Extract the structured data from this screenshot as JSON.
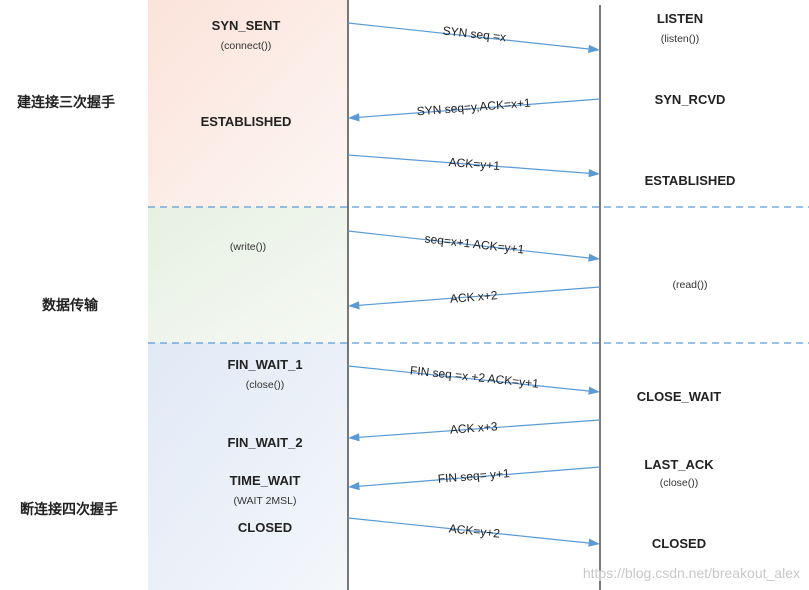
{
  "phases": {
    "handshake": "建连接三次握手",
    "transfer": "数据传输",
    "teardown": "断连接四次握手"
  },
  "client": {
    "syn_sent": "SYN_SENT",
    "connect_call": "(connect())",
    "established": "ESTABLISHED",
    "write_call": "(write())",
    "fin_wait_1": "FIN_WAIT_1",
    "close_call": "(close())",
    "fin_wait_2": "FIN_WAIT_2",
    "time_wait": "TIME_WAIT",
    "wait_2msl": "(WAIT 2MSL)",
    "closed": "CLOSED"
  },
  "server": {
    "listen": "LISTEN",
    "listen_call": "(listen())",
    "syn_rcvd": "SYN_RCVD",
    "established": "ESTABLISHED",
    "read_call": "(read())",
    "close_wait": "CLOSE_WAIT",
    "last_ack": "LAST_ACK",
    "close_call": "(close())",
    "closed": "CLOSED"
  },
  "messages": [
    {
      "label": "SYN seq =x",
      "direction": "right"
    },
    {
      "label": "SYN seq=y,ACK=x+1",
      "direction": "left"
    },
    {
      "label": "ACK=y+1",
      "direction": "right"
    },
    {
      "label": "seq=x+1 ACK=y+1",
      "direction": "right"
    },
    {
      "label": "ACK x+2",
      "direction": "left"
    },
    {
      "label": "FIN seq =x +2 ACK=y+1",
      "direction": "right"
    },
    {
      "label": "ACK x+3",
      "direction": "left"
    },
    {
      "label": "FIN seq= y+1",
      "direction": "left"
    },
    {
      "label": "ACK=y+2",
      "direction": "right"
    }
  ],
  "watermark": "https://blog.csdn.net/breakout_alex",
  "colors": {
    "arrow": "#5b9bd5",
    "divider": "#5b9bd5",
    "lifeline": "#333333",
    "phase1_bg": "#fbe9e3",
    "phase2_bg": "#ecf3e8",
    "phase3_bg": "#e8eef8"
  }
}
